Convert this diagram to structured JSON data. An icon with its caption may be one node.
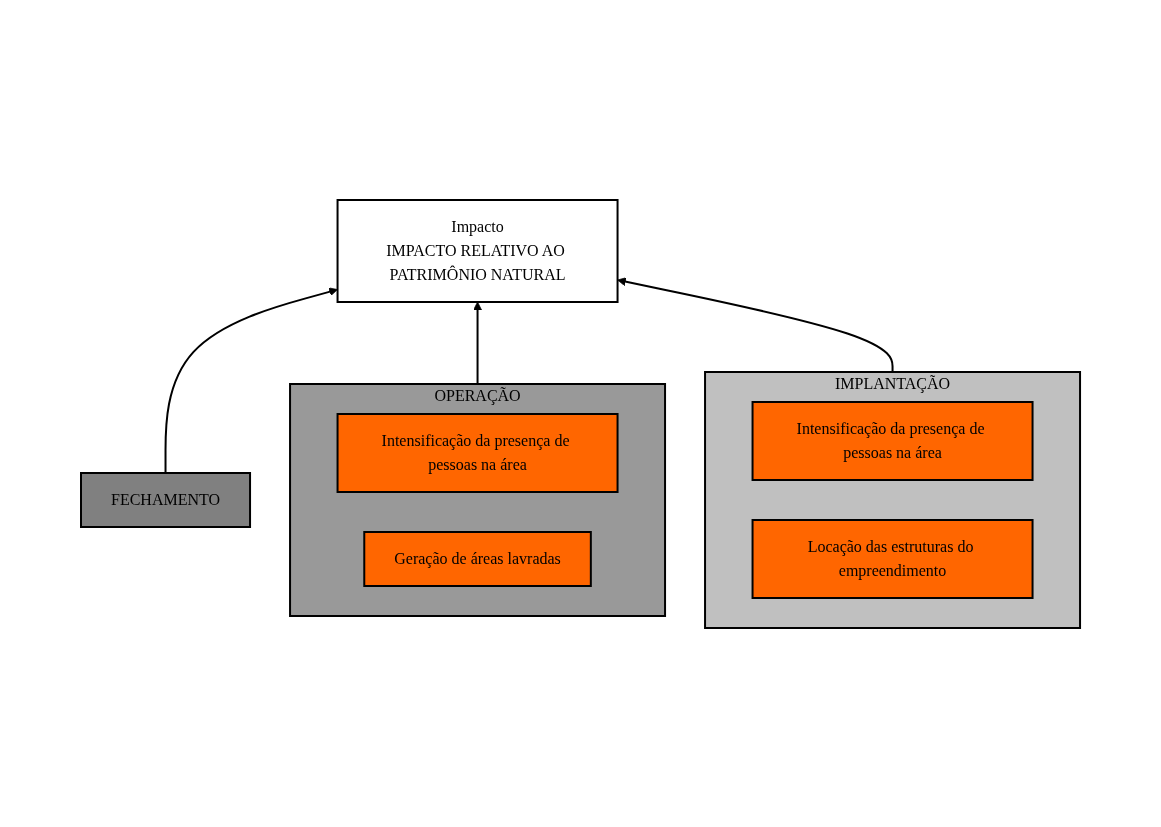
{
  "diagram": {
    "nodes": [
      {
        "text": [
          "Impacto",
          "IMPACTO RELATIVO AO PATRIMÔNIO NATURAL"
        ]
      },
      {
        "text": [
          "FECHAMENTO"
        ]
      },
      {
        "text": [
          "OPERAÇÃO"
        ]
      },
      {
        "text": [
          "Intensificação da presença de pessoas na área"
        ],
        "in": 2
      },
      {
        "text": [
          "Geração de áreas lavradas"
        ],
        "in": 2
      },
      {
        "text": [
          "IMPLANTAÇÃO"
        ]
      },
      {
        "text": [
          "Intensificação da presença de pessoas na área"
        ],
        "in": 5
      },
      {
        "text": [
          "Locação das estruturas do empreendimento"
        ],
        "in": 5
      }
    ],
    "edges": [
      {
        "from": 1,
        "to": 0,
        "arrow": "to"
      },
      {
        "from": 2,
        "to": 0,
        "arrow": "to"
      },
      {
        "from": 5,
        "to": 0,
        "arrow": "to"
      }
    ]
  }
}
